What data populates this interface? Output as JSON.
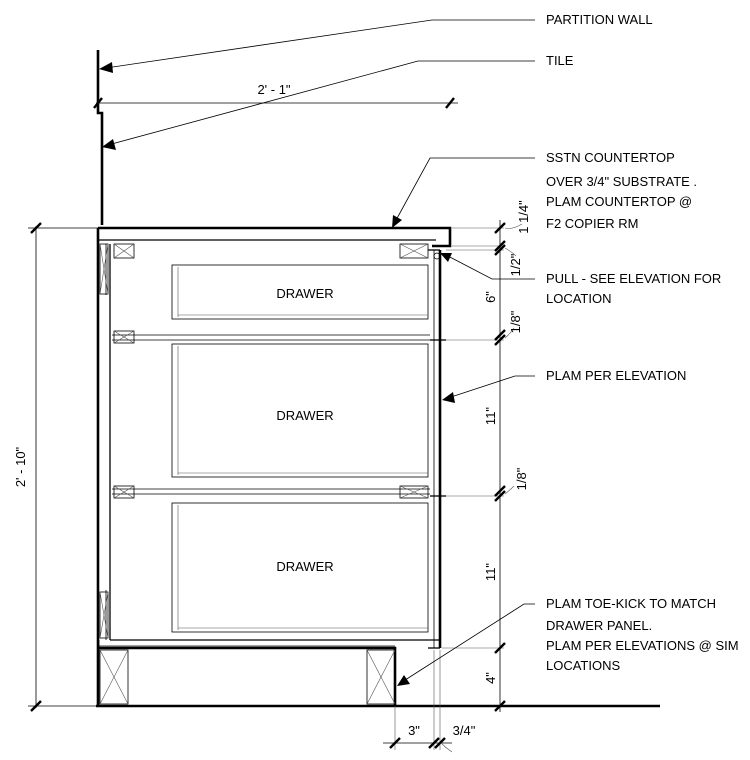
{
  "callouts": {
    "partition_wall": "PARTITION WALL",
    "tile": "TILE",
    "countertop": [
      "SSTN COUNTERTOP",
      "OVER 3/4\" SUBSTRATE .",
      "PLAM COUNTERTOP @",
      "F2 COPIER RM"
    ],
    "pull": [
      "PULL - SEE ELEVATION FOR",
      "LOCATION"
    ],
    "plam_elevation": "PLAM PER ELEVATION",
    "toe_kick": [
      "PLAM TOE-KICK TO MATCH",
      "DRAWER PANEL.",
      "PLAM PER ELEVATIONS @ SIM",
      "LOCATIONS"
    ]
  },
  "drawers": [
    "DRAWER",
    "DRAWER",
    "DRAWER"
  ],
  "dimensions": {
    "overall_width": "2' - 1\"",
    "overall_height": "2' - 10\"",
    "counter_thickness": "1 1/4\"",
    "reveal_top": "1/2\"",
    "drawer_1": "6\"",
    "gap_1": "1/8\"",
    "drawer_2": "11\"",
    "gap_2": "1/8\"",
    "drawer_3": "11\"",
    "toe_height": "4\"",
    "toe_depth": "3\"",
    "panel_thickness": "3/4\""
  }
}
